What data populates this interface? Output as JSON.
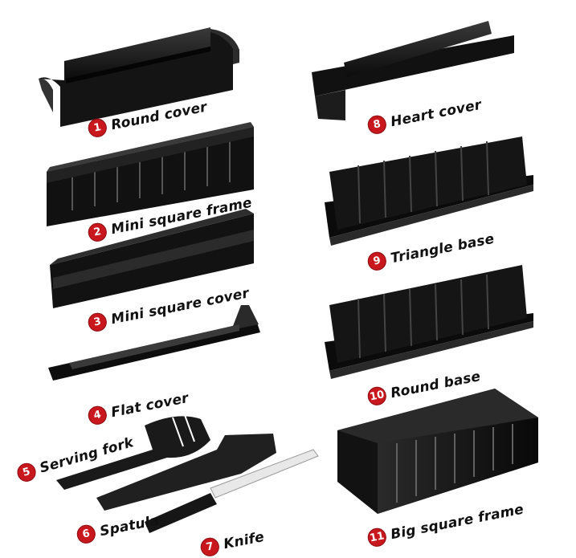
{
  "items": [
    {
      "number": "1",
      "name": "Round cover"
    },
    {
      "number": "2",
      "name": "Mini square frame"
    },
    {
      "number": "3",
      "name": "Mini square cover"
    },
    {
      "number": "4",
      "name": "Flat cover"
    },
    {
      "number": "5",
      "name": "Serving fork"
    },
    {
      "number": "6",
      "name": "Spatula"
    },
    {
      "number": "7",
      "name": "Knife"
    },
    {
      "number": "8",
      "name": "Heart cover"
    },
    {
      "number": "9",
      "name": "Triangle base"
    },
    {
      "number": "10",
      "name": "Round base"
    },
    {
      "number": "11",
      "name": "Big square frame"
    }
  ],
  "colors": {
    "badge": "#c8181e",
    "part": "#151515",
    "background": "#ffffff"
  }
}
